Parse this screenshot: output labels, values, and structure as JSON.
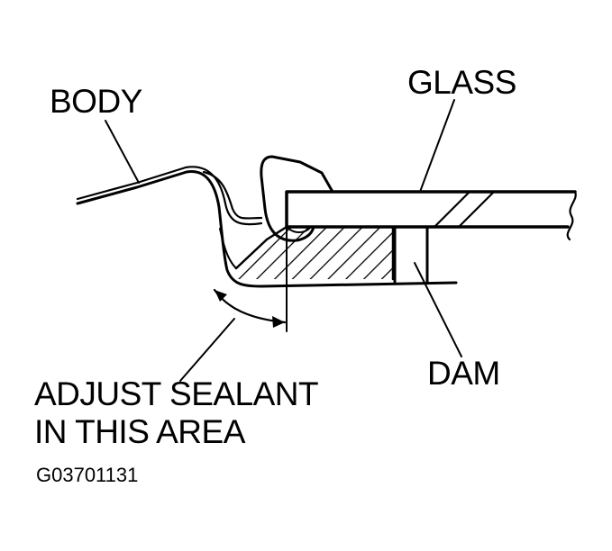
{
  "labels": {
    "body": "BODY",
    "glass": "GLASS",
    "dam": "DAM",
    "adjust_line1": "ADJUST SEALANT",
    "adjust_line2": "IN THIS AREA",
    "figure_code": "G03701131"
  },
  "colors": {
    "ink": "#000000",
    "background": "#ffffff"
  }
}
